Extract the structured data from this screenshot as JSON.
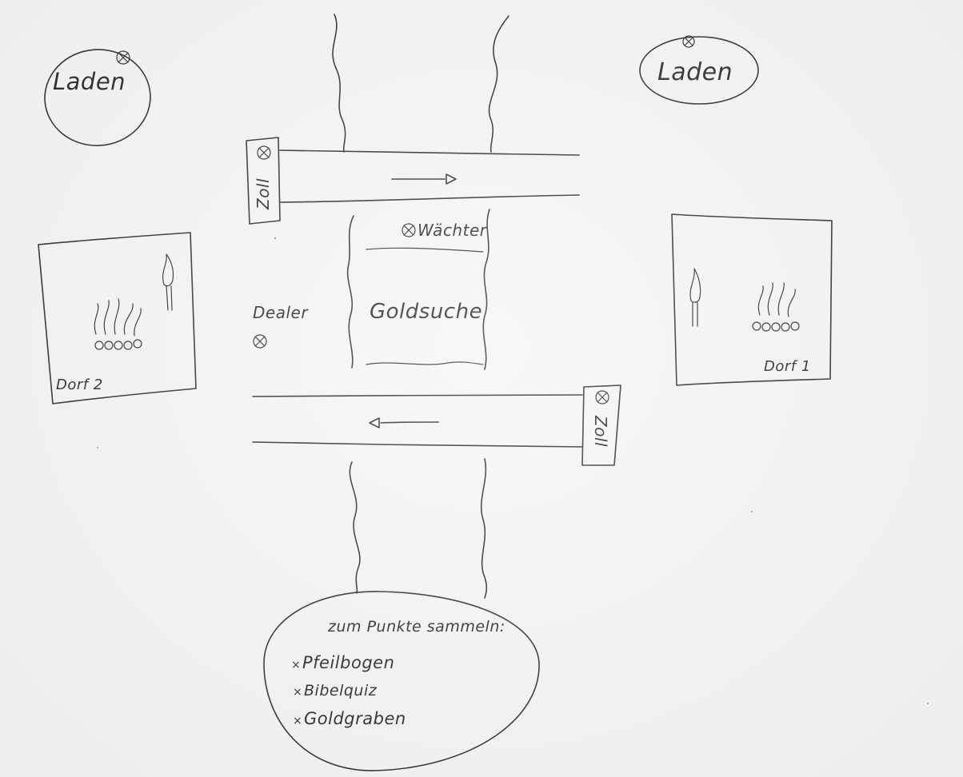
{
  "labels": {
    "shop_left": "Laden",
    "shop_right": "Laden",
    "toll_top": "Zoll",
    "toll_bottom": "Zoll",
    "guard": "Wächter",
    "dealer": "Dealer",
    "gold_search": "Goldsuche",
    "village_left": "Dorf 2",
    "village_right": "Dorf 1"
  },
  "points_box": {
    "heading": "zum Punkte sammeln:",
    "items": [
      "Pfeilbogen",
      "Bibelquiz",
      "Goldgraben"
    ]
  },
  "symbols": {
    "location_marker": "otimes-marker-icon",
    "arrow_right": "arrow-right-icon",
    "arrow_left": "arrow-left-icon",
    "campfire": "campfire-icon",
    "torch": "torch-icon"
  },
  "colors": {
    "paper": "#f5f5f4",
    "ink": "#2b2b2b"
  }
}
